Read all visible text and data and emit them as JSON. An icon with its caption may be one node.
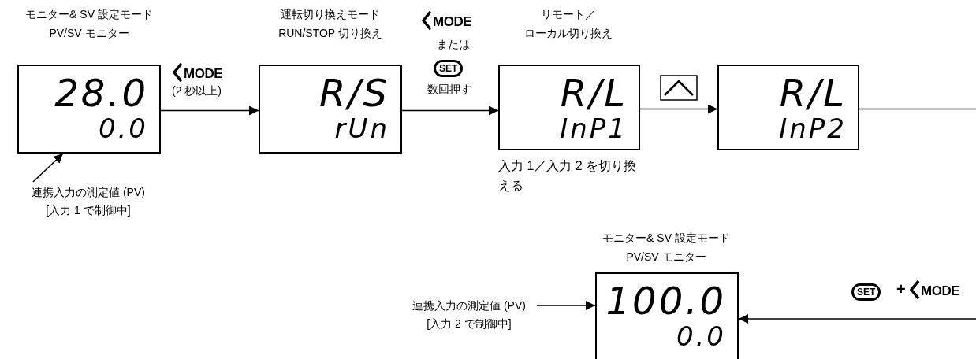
{
  "diagram": {
    "nodes": [
      {
        "text": [
          "モニター& SV 設定モード PV/SV モニター",
          "28.0",
          "0.0"
        ]
      },
      {
        "text": [
          "運転切り換えモード RUN/STOP 切り換え",
          "R/S",
          "rUn"
        ]
      },
      {
        "text": [
          "リモート／ローカル切り換え",
          "R/L",
          "InP1"
        ],
        "beside": [
          "入力 1／入力 2 を切り換える"
        ]
      },
      {
        "text": [
          "R/L",
          "InP2"
        ]
      },
      {
        "text": [
          "モニター& SV 設定モード PV/SV モニター",
          "100.0",
          "0.0"
        ]
      },
      {
        "text": [
          "連携入力の測定値 (PV) [入力 1 で制御中]"
        ]
      },
      {
        "text": [
          "連携入力の測定値 (PV) [入力 2 で制御中]"
        ]
      }
    ],
    "edges": [
      {
        "from": 0,
        "to": 1,
        "arrow": "to",
        "label": "(2 秒以上)"
      },
      {
        "from": 1,
        "to": 2,
        "arrow": "to",
        "label": "数回押す"
      },
      {
        "from": 2,
        "to": 3,
        "arrow": "to"
      },
      {
        "from": 3,
        "to": 4,
        "arrow": "to"
      },
      {
        "from": 5,
        "to": 0,
        "arrow": "to"
      },
      {
        "from": 6,
        "to": 4,
        "arrow": "to"
      }
    ],
    "labels": [
      "MODE",
      "または",
      "SET",
      "MODE",
      "SET",
      "+",
      "MODE"
    ]
  }
}
